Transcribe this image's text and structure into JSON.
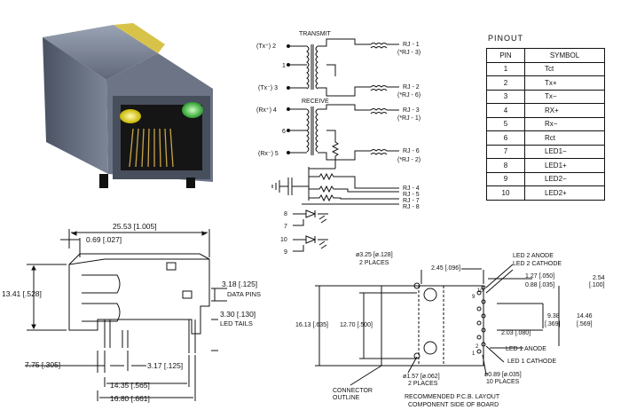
{
  "schematic": {
    "transmit": "TRANSMIT",
    "receive": "RECEIVE",
    "left_labels": {
      "tx_plus": "(Tx⁺) 2",
      "p1": "1",
      "tx_minus": "(Tx⁻) 3",
      "rx_plus": "(Rx⁺) 4",
      "p6": "6",
      "rx_minus": "(Rx⁻) 5",
      "p8": "8",
      "p7": "7",
      "p10": "10",
      "p9": "9"
    },
    "rj_labels": {
      "rj1": "RJ - 1",
      "rj1b": "(*RJ - 3)",
      "rj2": "RJ - 2",
      "rj2b": "(*RJ - 6)",
      "rj3": "RJ - 3",
      "rj3b": "(*RJ - 1)",
      "rj6": "RJ - 6",
      "rj6b": "(*RJ - 2)",
      "rj4": "RJ - 4",
      "rj5": "RJ - 5",
      "rj7": "RJ - 7",
      "rj8": "RJ - 8"
    }
  },
  "pinout": {
    "title": "PINOUT",
    "headers": [
      "PIN",
      "SYMBOL"
    ],
    "rows": [
      [
        "1",
        "Tct"
      ],
      [
        "2",
        "Tx+"
      ],
      [
        "3",
        "Tx−"
      ],
      [
        "4",
        "RX+"
      ],
      [
        "5",
        "Rx−"
      ],
      [
        "6",
        "Rct"
      ],
      [
        "7",
        "LED1−"
      ],
      [
        "8",
        "LED1+"
      ],
      [
        "9",
        "LED2−"
      ],
      [
        "10",
        "LED2+"
      ]
    ]
  },
  "side_view": {
    "d_25_53": "25.53 [1.005]",
    "d_0_69": "0.69 [.027]",
    "d_13_41": "13.41 [.528]",
    "d_3_18": "3.18 [.125]",
    "data_pins": "DATA PINS",
    "d_3_30": "3.30 [.130]",
    "led_tails": "LED TAILS",
    "d_7_75": "7.75 [.305]",
    "d_3_17": "3.17 [.125]",
    "d_14_35": "14.35 [.565]",
    "d_16_80": "16.80 [.661]"
  },
  "pcb": {
    "d_3_25": "ø3.25 [ø.128]",
    "places2a": "2 PLACES",
    "d_2_45": "2.45 [.096]",
    "led2_anode": "LED 2 ANODE",
    "led2_cathode": "LED 2 CATHODE",
    "d_1_27": "1.27 [.050]",
    "d_0_88": "0.88 [.035]",
    "d_2_54a": "2.54",
    "d_2_54b": "[.100]",
    "d_16_13": "16.13 [.635]",
    "d_12_70": "12.70 [.500]",
    "d_9_38a": "9.38",
    "d_9_38b": "[.369]",
    "d_14_46a": "14.46",
    "d_14_46b": "[.569]",
    "d_2_03": "2.03 [.080]",
    "led1_anode": "LED 1 ANODE",
    "led1_cathode": "LED 1 CATHODE",
    "connector_outline": "CONNECTOR",
    "outline": "OUTLINE",
    "d_1_57": "ø1.57 [ø.062]",
    "places2b": "2 PLACES",
    "d_0_89": "ø0.89 [ø.035]",
    "places10": "10 PLACES",
    "rec1": "RECOMMENDED P.C.B. LAYOUT",
    "rec2": "COMPONENT SIDE OF BOARD",
    "n10": "10",
    "n9": "9",
    "n2": "2",
    "n1": "1"
  }
}
